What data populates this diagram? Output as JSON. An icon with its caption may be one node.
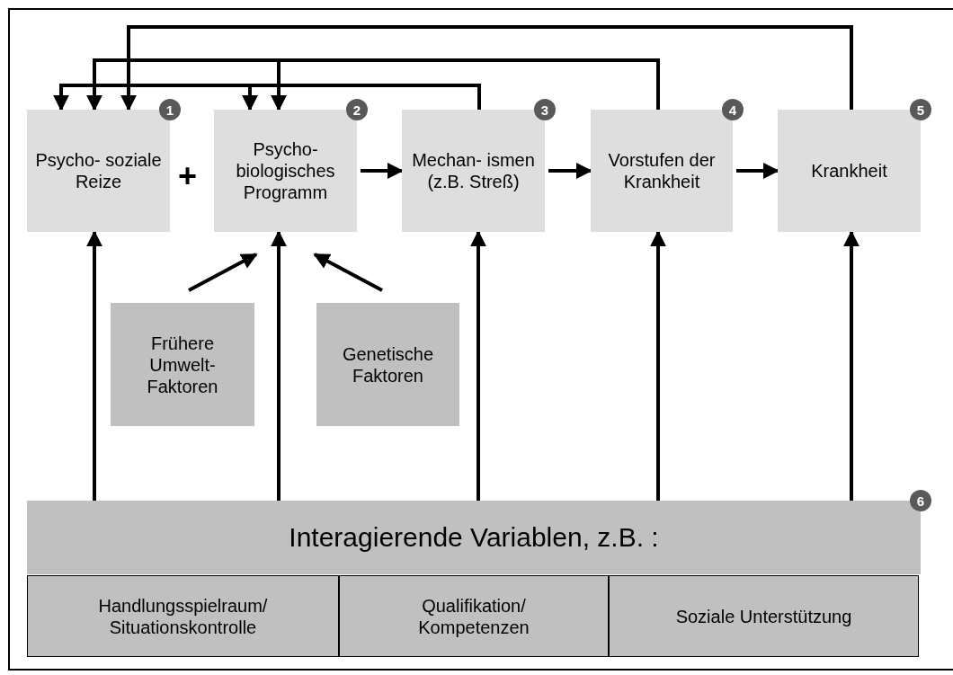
{
  "diagram": {
    "nodes": [
      {
        "text": [
          "Psycho- soziale Reize"
        ],
        "beside": [
          "1"
        ]
      },
      {
        "text": [
          "Psycho- biologisches Programm"
        ],
        "beside": [
          "2"
        ]
      },
      {
        "text": [
          "Mechan- ismen (z.B. Streß)"
        ],
        "beside": [
          "3"
        ]
      },
      {
        "text": [
          "Vorstufen der Krankheit"
        ],
        "beside": [
          "4"
        ]
      },
      {
        "text": [
          "Krankheit"
        ],
        "beside": [
          "5"
        ]
      },
      {
        "text": [
          "Frühere Umwelt- Faktoren"
        ]
      },
      {
        "text": [
          "Genetische Faktoren"
        ]
      },
      {
        "text": [
          "Interagierende Variablen, z.B. :"
        ],
        "beside": [
          "6"
        ]
      },
      {
        "text": [
          "Handlungsspielraum/ Situationskontrolle"
        ]
      },
      {
        "text": [
          "Qualifikation/ Kompetenzen"
        ]
      },
      {
        "text": [
          "Soziale Unterstützung"
        ]
      }
    ],
    "edges": [
      {
        "from": 1,
        "to": 2,
        "arrow": "to"
      },
      {
        "from": 2,
        "to": 3,
        "arrow": "to"
      },
      {
        "from": 3,
        "to": 4,
        "arrow": "to"
      },
      {
        "from": 2,
        "to": 0,
        "arrow": "to"
      },
      {
        "from": 2,
        "to": 1,
        "arrow": "to"
      },
      {
        "from": 3,
        "to": 0,
        "arrow": "to"
      },
      {
        "from": 3,
        "to": 1,
        "arrow": "to"
      },
      {
        "from": 4,
        "to": 0,
        "arrow": "to"
      },
      {
        "from": 5,
        "to": 1,
        "arrow": "to"
      },
      {
        "from": 6,
        "to": 1,
        "arrow": "to"
      },
      {
        "from": 7,
        "to": 0,
        "arrow": "to"
      },
      {
        "from": 7,
        "to": 1,
        "arrow": "to"
      },
      {
        "from": 7,
        "to": 2,
        "arrow": "to"
      },
      {
        "from": 7,
        "to": 3,
        "arrow": "to"
      },
      {
        "from": 7,
        "to": 4,
        "arrow": "to"
      }
    ],
    "labels": [
      "+"
    ]
  }
}
